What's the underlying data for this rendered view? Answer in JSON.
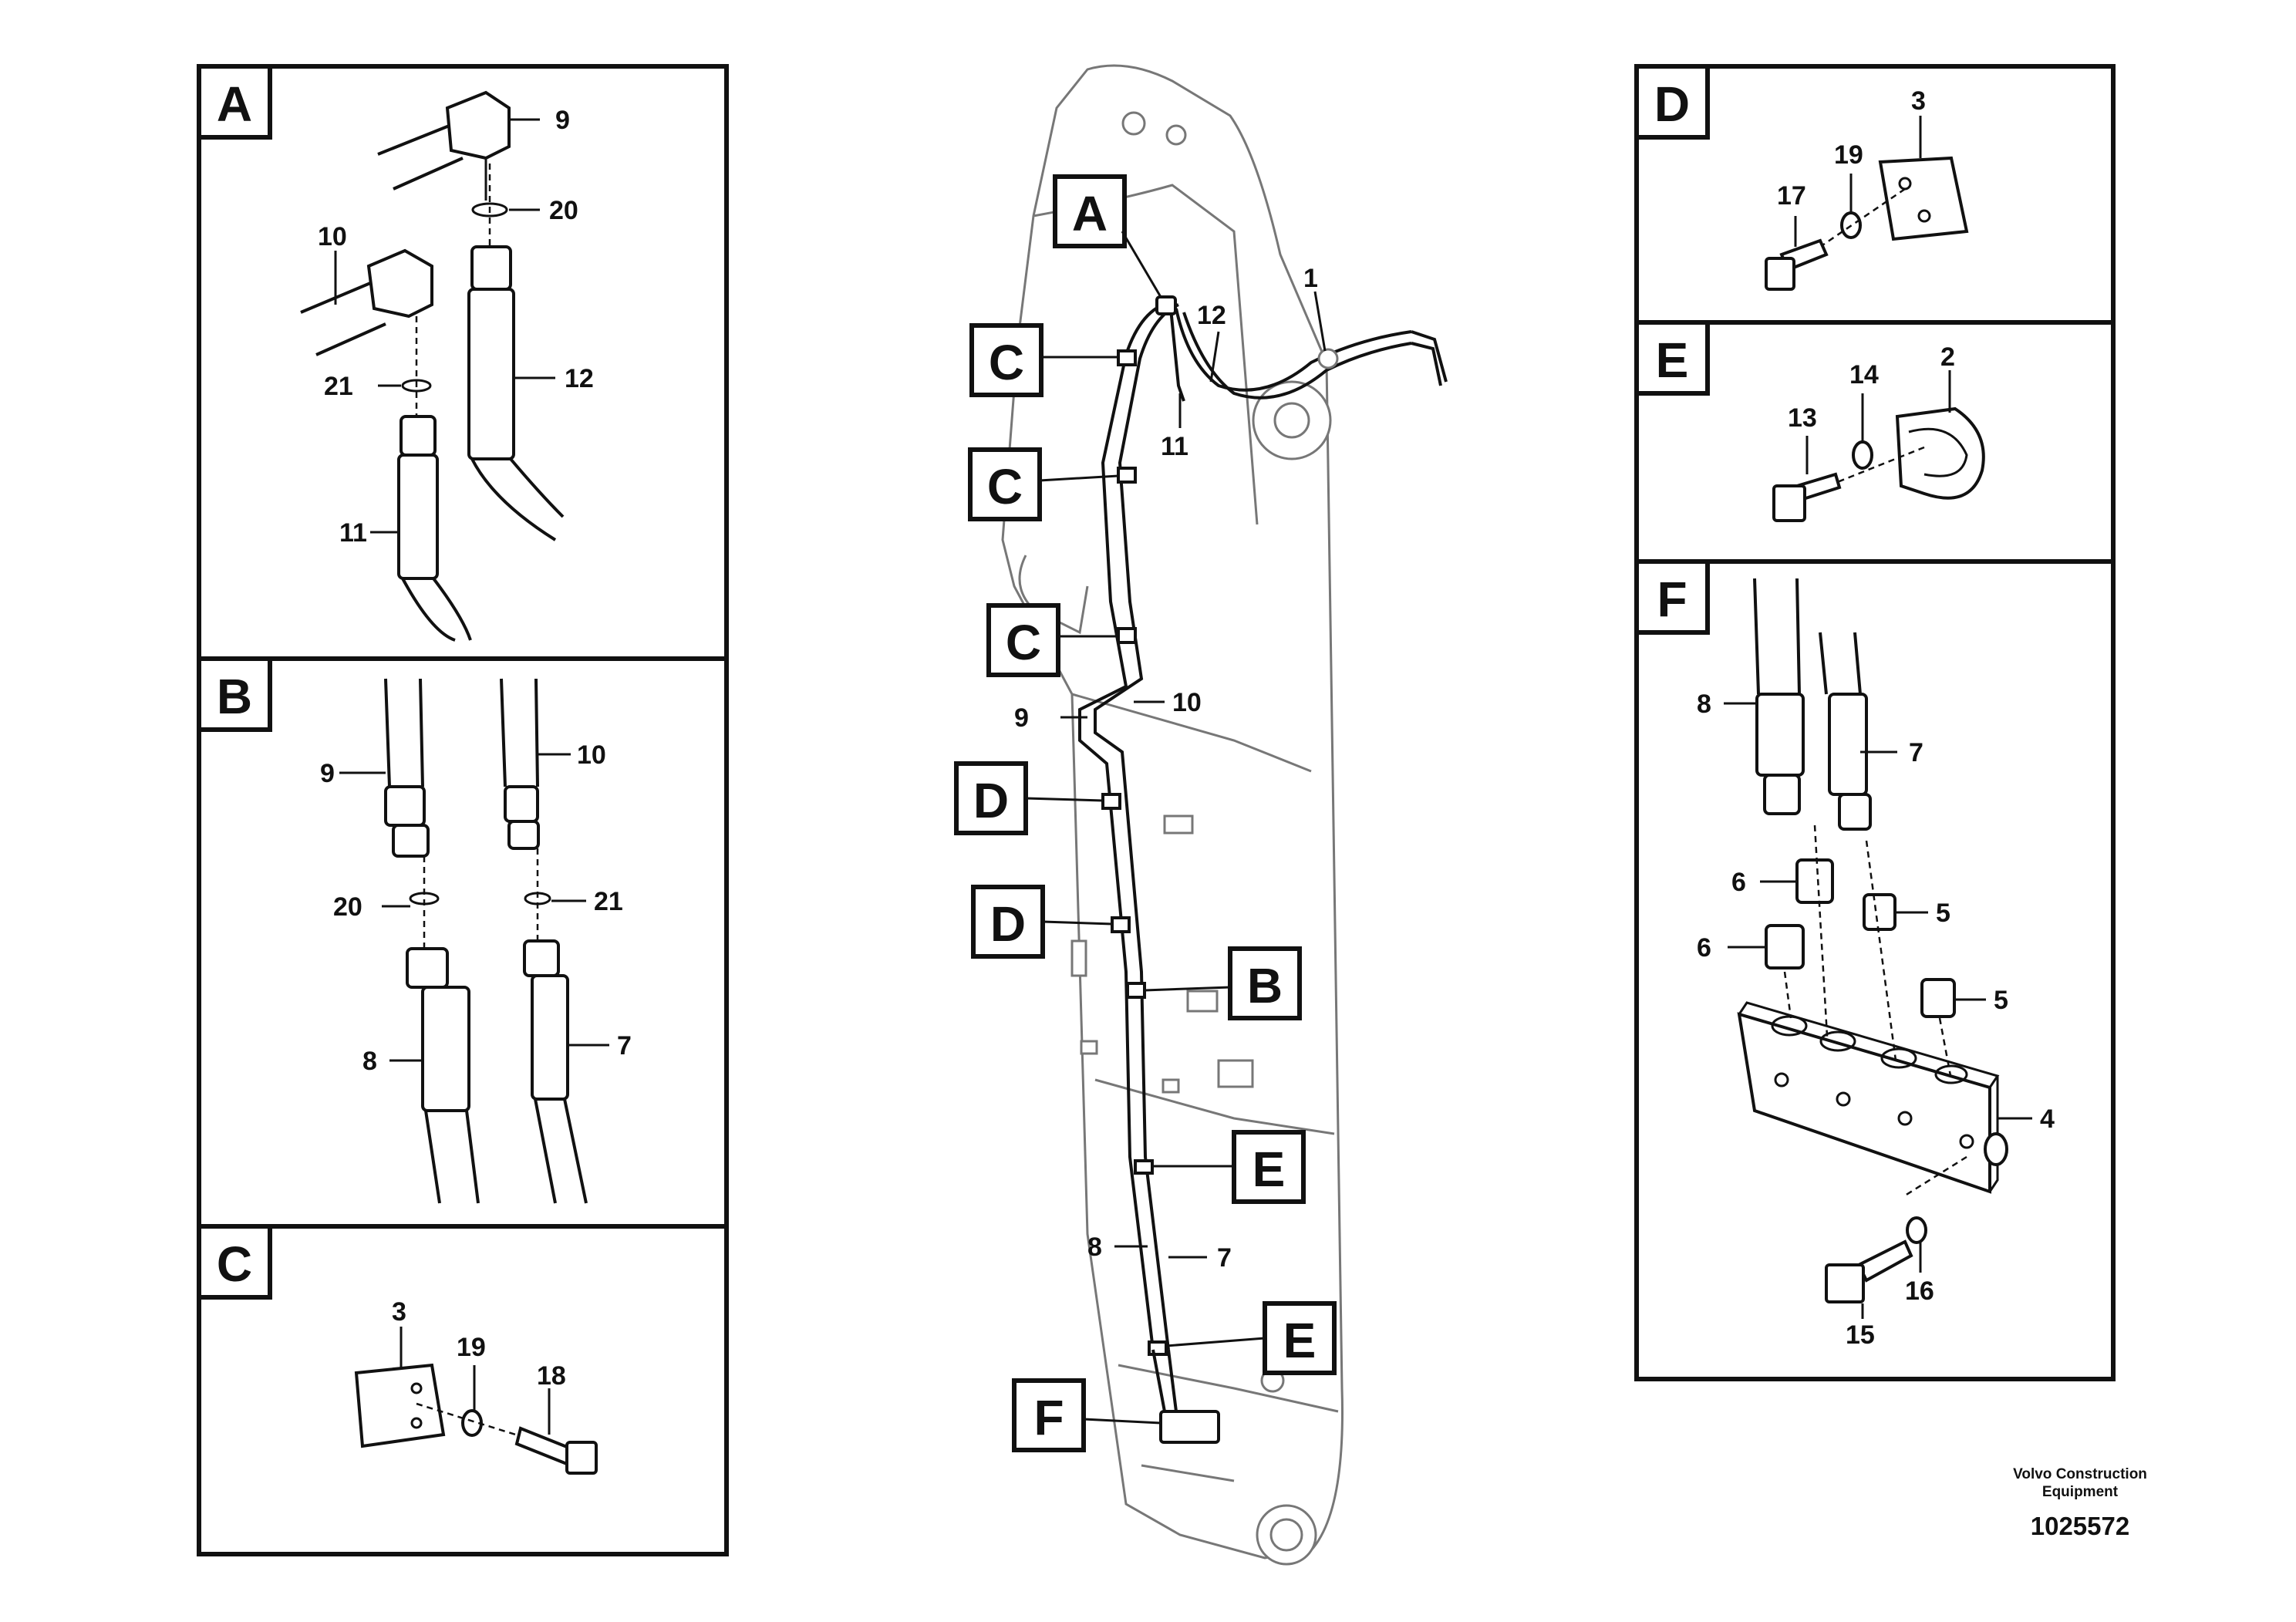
{
  "panels": {
    "A": {
      "letter": "A",
      "labels": {
        "p9": "9",
        "p20": "20",
        "p10": "10",
        "p21": "21",
        "p12": "12",
        "p11": "11"
      }
    },
    "B": {
      "letter": "B",
      "labels": {
        "p9": "9",
        "p10": "10",
        "p20": "20",
        "p21": "21",
        "p8": "8",
        "p7": "7"
      }
    },
    "C": {
      "letter": "C",
      "labels": {
        "p3": "3",
        "p19": "19",
        "p18": "18"
      }
    },
    "D": {
      "letter": "D",
      "labels": {
        "p3": "3",
        "p19": "19",
        "p17": "17"
      }
    },
    "E": {
      "letter": "E",
      "labels": {
        "p14": "14",
        "p2": "2",
        "p13": "13"
      }
    },
    "F": {
      "letter": "F",
      "labels": {
        "p8": "8",
        "p7": "7",
        "p6a": "6",
        "p6b": "6",
        "p5a": "5",
        "p5b": "5",
        "p4": "4",
        "p16": "16",
        "p15": "15"
      }
    }
  },
  "main": {
    "callouts": {
      "A": "A",
      "C1": "C",
      "C2": "C",
      "C3": "C",
      "D1": "D",
      "D2": "D",
      "B": "B",
      "E1": "E",
      "E2": "E",
      "F": "F"
    },
    "parts": {
      "p1": "1",
      "p12": "12",
      "p11": "11",
      "p9": "9",
      "p10": "10",
      "p8": "8",
      "p7": "7"
    }
  },
  "footer": {
    "brand_line1": "Volvo Construction",
    "brand_line2": "Equipment",
    "drawing_number": "1025572"
  }
}
